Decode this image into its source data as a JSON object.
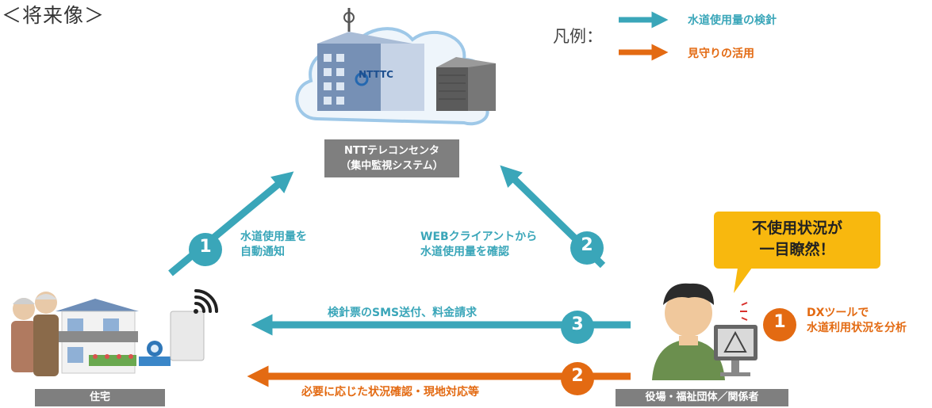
{
  "title": "＜将来像＞",
  "legend": {
    "label": "凡例：",
    "items": [
      {
        "text": "水道使用量の検針",
        "color": "#3aa6b9"
      },
      {
        "text": "見守りの活用",
        "color": "#e36a12"
      }
    ]
  },
  "center": {
    "logo_text": "NTTTC",
    "label_line1": "NTTテレコンセンタ",
    "label_line2": "（集中監視システム）"
  },
  "house": {
    "label": "住宅"
  },
  "office": {
    "label": "役場・福祉団体／関係者"
  },
  "flows": [
    {
      "number": "1",
      "line1": "水道使用量を",
      "line2": "自動通知",
      "color": "#3aa6b9"
    },
    {
      "number": "2",
      "line1": "WEBクライアントから",
      "line2": "水道使用量を確認",
      "color": "#3aa6b9"
    },
    {
      "number": "3",
      "line1": "検針票のSMS送付、料金請求",
      "color": "#3aa6b9"
    },
    {
      "number": "2",
      "line1": "必要に応じた状況確認・現地対応等",
      "color": "#e36a12"
    },
    {
      "number": "1",
      "line1": "DXツールで",
      "line2": "水道利用状況を分析",
      "color": "#e36a12"
    }
  ],
  "bubble": {
    "line1": "不使用状況が",
    "line2": "一目瞭然！"
  }
}
